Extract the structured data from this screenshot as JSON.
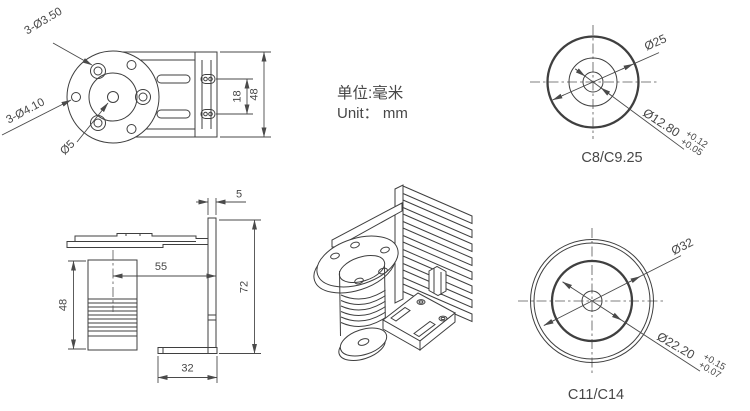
{
  "colors": {
    "background": "#ffffff",
    "line": "#3f3f3f",
    "text": "#474747"
  },
  "note": {
    "cn": "单位:毫米",
    "en": "Unit：  mm"
  },
  "front_view": {
    "dim_small_holes": "3-Ø3.50",
    "dim_large_holes": "3-Ø4.10",
    "dim_center_hole": "Ø5",
    "dim_slot_spacing": "18",
    "dim_height": "48"
  },
  "side_view": {
    "dim_plate_thickness": "5",
    "dim_center_offset": "55",
    "dim_body_height": "48",
    "dim_total_height": "72",
    "dim_foot_width": "32"
  },
  "c8_view": {
    "label": "C8/C9.25",
    "dim_outer_diameter": "Ø25",
    "dim_bore_diameter": "Ø12.80",
    "bore_tol_upper": "+0.12",
    "bore_tol_lower": "+0.05"
  },
  "c11_view": {
    "label": "C11/C14",
    "dim_outer_diameter": "Ø32",
    "dim_bore_diameter": "Ø22.20",
    "bore_tol_upper": "+0.15",
    "bore_tol_lower": "+0.07"
  }
}
